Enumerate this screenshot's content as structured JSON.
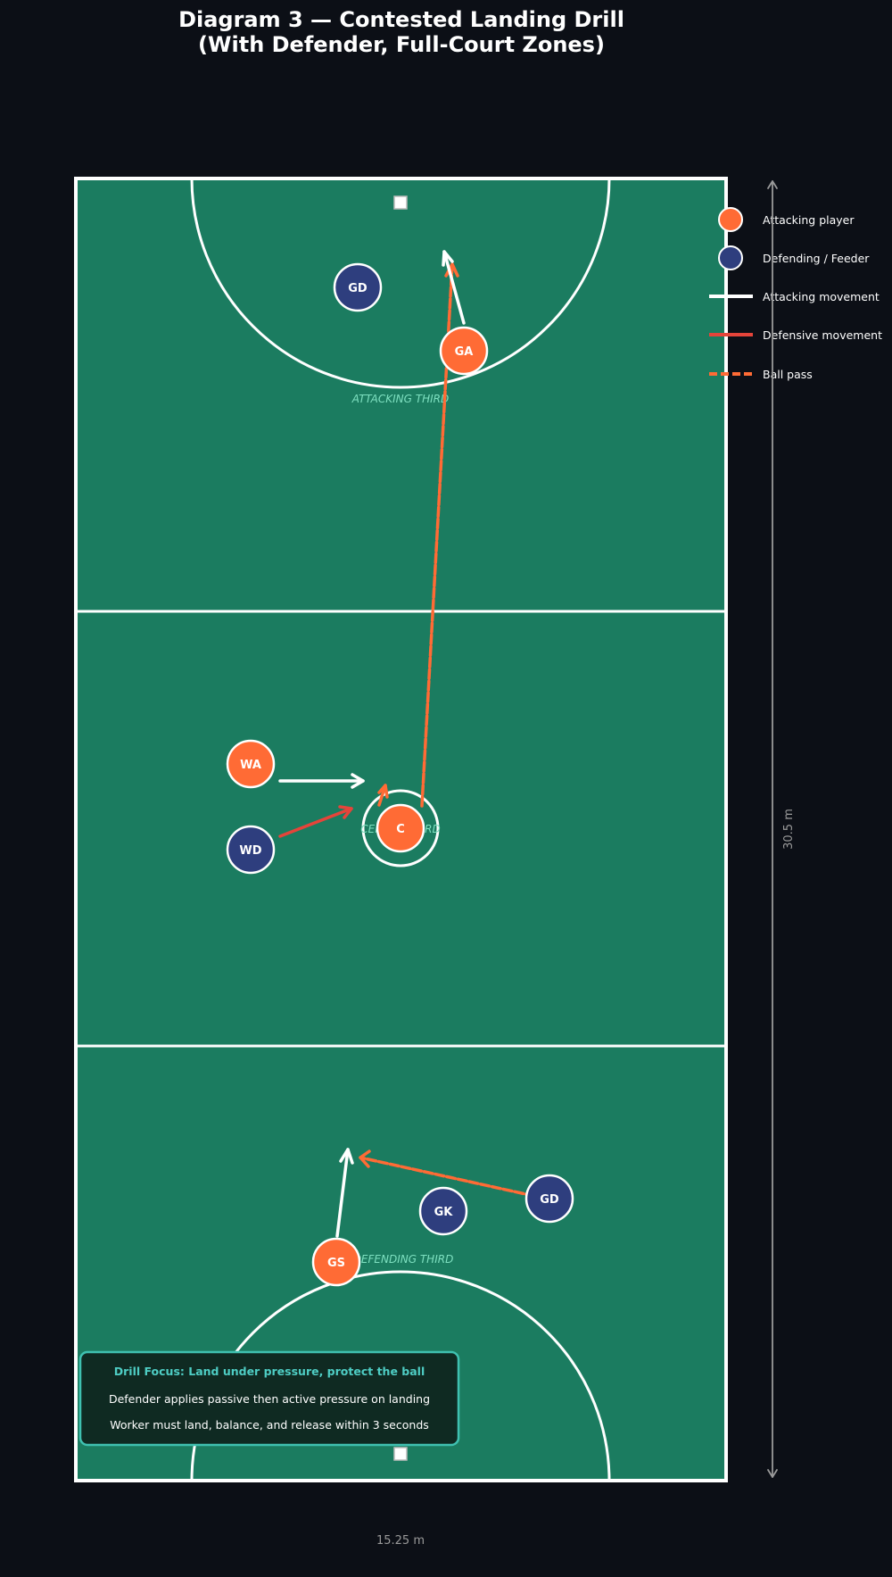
{
  "title": {
    "line1": "Diagram 3 — Contested Landing Drill",
    "line2": "(With Defender, Full-Court Zones)"
  },
  "colors": {
    "background": "#0c0f16",
    "court": "#1b7c60",
    "court_lines": "#ffffff",
    "attacker": "#ff6b35",
    "defender": "#2e3e7e",
    "defensive_move": "#e5443a",
    "ball_pass": "#ff6b35",
    "zone_label": "#7ee0c0",
    "focus_border": "#3fc0b0",
    "focus_title": "#4ecdc4",
    "dimension": "#9a9a9a"
  },
  "zones": {
    "attacking": "ATTACKING THIRD",
    "centre": "CENTRE THIRD",
    "defending": "DEFENDING THIRD"
  },
  "players": [
    {
      "id": "gd_top",
      "label": "GD",
      "role": "defender"
    },
    {
      "id": "ga",
      "label": "GA",
      "role": "attacker"
    },
    {
      "id": "wa",
      "label": "WA",
      "role": "attacker"
    },
    {
      "id": "wd",
      "label": "WD",
      "role": "defender"
    },
    {
      "id": "c",
      "label": "C",
      "role": "attacker"
    },
    {
      "id": "gk",
      "label": "GK",
      "role": "defender"
    },
    {
      "id": "gd_bottom",
      "label": "GD",
      "role": "defender"
    },
    {
      "id": "gs",
      "label": "GS",
      "role": "attacker"
    }
  ],
  "legend": {
    "attacking_player": "Attacking player",
    "defending_feeder": "Defending / Feeder",
    "attacking_movement": "Attacking movement",
    "defensive_movement": "Defensive movement",
    "ball_pass": "Ball pass"
  },
  "dimensions": {
    "length": "30.5 m",
    "width": "15.25 m"
  },
  "focus": {
    "title": "Drill Focus: Land under pressure, protect the ball",
    "line1": "Defender applies passive then active pressure on landing",
    "line2": "Worker must land, balance, and release within 3 seconds"
  }
}
